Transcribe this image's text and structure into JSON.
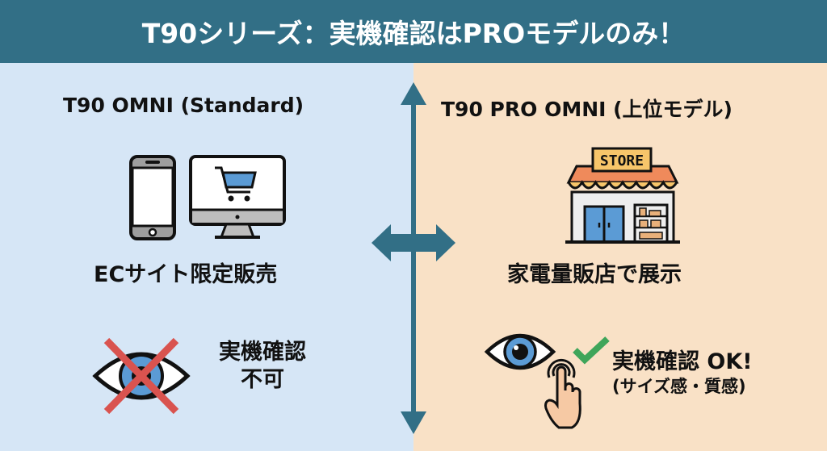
{
  "header": {
    "title": "T90シリーズ：実機確認はPROモデルのみ！",
    "background": "#326f86"
  },
  "left": {
    "background": "#d6e6f6",
    "model_title": "T90 OMNI (Standard)",
    "icons": [
      "smartphone-icon",
      "monitor-shopping-cart-icon"
    ],
    "feature": "ECサイト限定販売",
    "status_icon": "eye-crossed-icon",
    "status_line1": "実機確認",
    "status_line2": "不可"
  },
  "right": {
    "background": "#f9e1c6",
    "model_title": "T90 PRO OMNI (上位モデル)",
    "store_sign": "STORE",
    "icons": [
      "store-icon"
    ],
    "feature": "家電量販店で展示",
    "status_icons": [
      "eye-icon",
      "checkmark-icon",
      "touch-hand-icon"
    ],
    "status_line1": "実機確認 OK!",
    "status_line2": "(サイズ感・質感)"
  },
  "divider": {
    "icon": "four-way-arrow-icon",
    "color": "#326f86"
  },
  "colors": {
    "cross": "#d9534f",
    "check": "#3fa55a",
    "iris": "#5b9bd5"
  }
}
